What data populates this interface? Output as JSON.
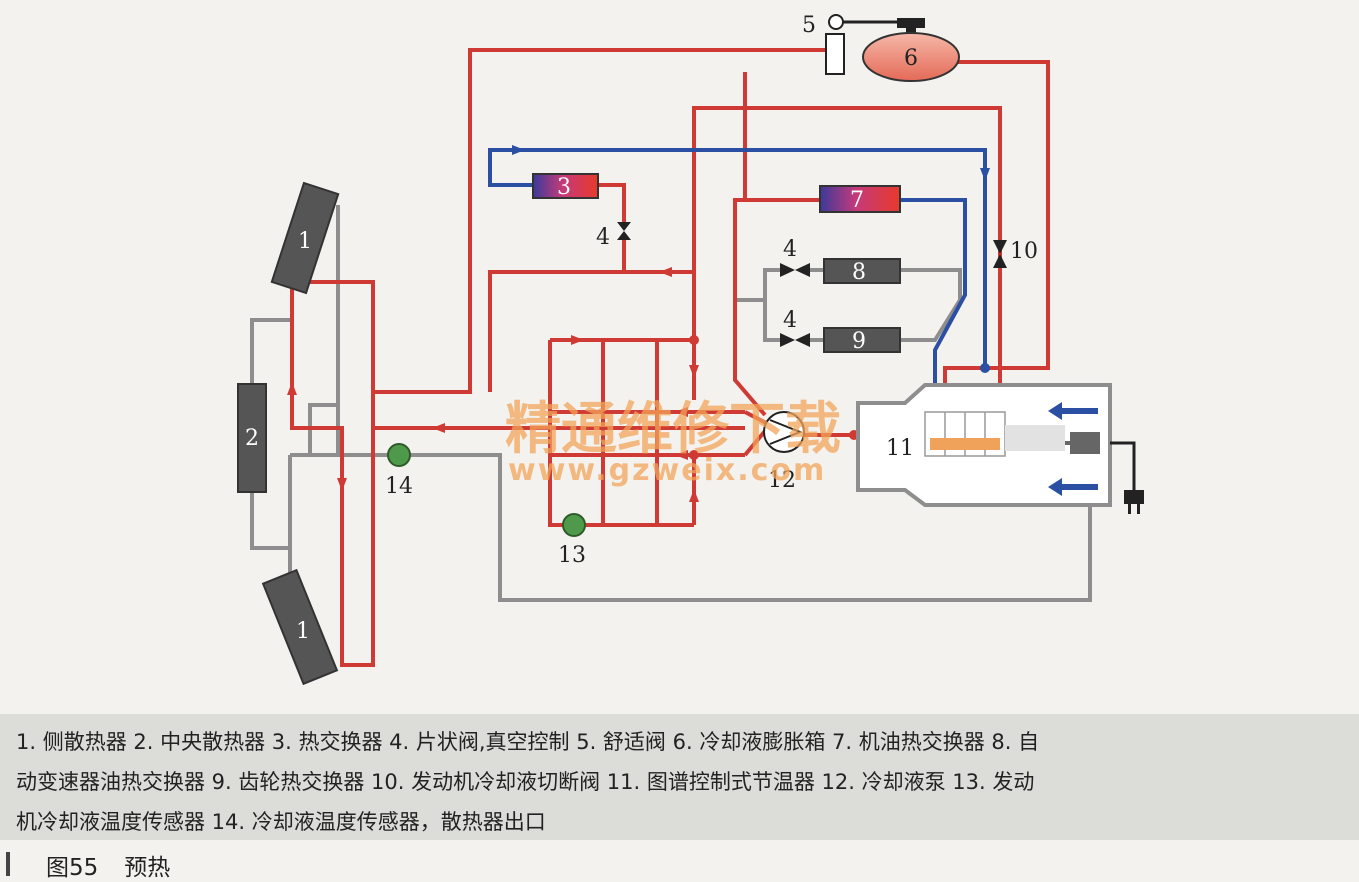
{
  "diagram": {
    "labels": {
      "radiator_side_top": "1",
      "radiator_side_bottom": "1",
      "radiator_center": "2",
      "heat_exchanger": "3",
      "valve_4_a": "4",
      "valve_4_b": "4",
      "valve_4_c": "4",
      "comfort_valve": "5",
      "expansion_tank": "6",
      "oil_cooler": "7",
      "atf_cooler": "8",
      "gear_cooler": "9",
      "shutoff_valve": "10",
      "thermostat": "11",
      "pump": "12",
      "engine_temp_sensor": "13",
      "radiator_temp_sensor": "14"
    },
    "watermark": {
      "text": "精通维修下载",
      "url": "www.gzweix.com"
    },
    "colors": {
      "hot_line": "#cf3a34",
      "cold_line": "#2a4fa3",
      "return_line": "#8e8e8e",
      "sensor": "#4f9a4a",
      "block": "#555555"
    }
  },
  "legend": {
    "line1": "1. 侧散热器  2. 中央散热器  3. 热交换器  4. 片状阀,真空控制  5. 舒适阀  6. 冷却液膨胀箱  7. 机油热交换器  8. 自",
    "line2": "动变速器油热交换器   9. 齿轮热交换器   10. 发动机冷却液切断阀   11. 图谱控制式节温器  12. 冷却液泵  13. 发动",
    "line3": "机冷却液温度传感器  14. 冷却液温度传感器，散热器出口"
  },
  "caption": {
    "figure": "图55",
    "title": "预热"
  }
}
